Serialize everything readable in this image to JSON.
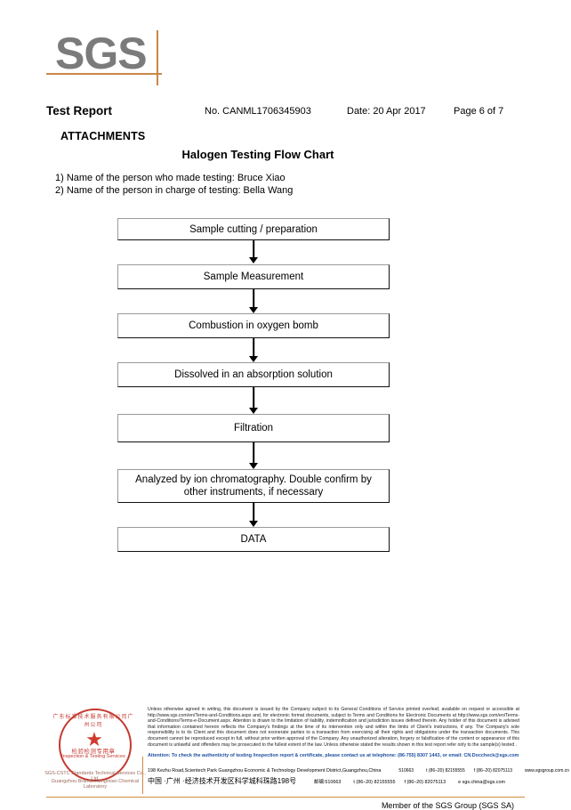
{
  "logo": {
    "text": "SGS",
    "accent_color": "#c8884a",
    "text_color": "#7b7b7b"
  },
  "header": {
    "title": "Test Report",
    "report_no": "No. CANML1706345903",
    "date": "Date: 20 Apr 2017",
    "page": "Page 6 of 7",
    "section": "ATTACHMENTS"
  },
  "flow_title": "Halogen Testing Flow Chart",
  "persons": {
    "line1": "1) Name of the person who made testing: Bruce Xiao",
    "line2": "2) Name of the person in charge of testing: Bella Wang"
  },
  "flowchart": {
    "type": "diagram",
    "steps": [
      "Sample cutting / preparation",
      "Sample Measurement",
      "Combustion in oxygen bomb",
      "Dissolved in an absorption solution",
      "Filtration",
      "Analyzed by ion chromatography. Double confirm by other instruments, if necessary",
      "DATA"
    ]
  },
  "seal": {
    "arc_top": "广东标准技术服务有限公司广州公司",
    "center_cn": "检验检测专用章",
    "center_en": "Inspection & Testing Services",
    "star": "★",
    "foot_line1": "SGS-CSTC Standards Technical Services Co., Ltd.",
    "foot_line2": "Guangzhou Branch Hongmian Chemical Laboratory",
    "color": "#c43a30"
  },
  "legal": {
    "body": "Unless otherwise agreed in writing, this document is issued by the Company subject to its General Conditions of Service printed overleaf, available on request or accessible at http://www.sgs.com/en/Terms-and-Conditions.aspx and, for electronic format documents, subject to Terms and Conditions for Electronic Documents at http://www.sgs.com/en/Terms-and-Conditions/Terms-e-Document.aspx. Attention is drawn to the limitation of liability, indemnification and jurisdiction issues defined therein. Any holder of this document is advised that information contained hereon reflects the Company's findings at the time of its intervention only and within the limits of Client's instructions, if any. The Company's sole responsibility is to its Client and this document does not exonerate parties to a transaction from exercising all their rights and obligations under the transaction documents. This document cannot be reproduced except in full, without prior written approval of the Company. Any unauthorized alteration, forgery or falsification of the content or appearance of this document is unlawful and offenders may be prosecuted to the fullest extent of the law. Unless otherwise stated the results shown in this test report refer only to the sample(s) tested .",
    "attention": "Attention: To check the authenticity of testing /inspection report & certificate, please contact us at telephone: (86-755) 8307 1443, or email: CN.Doccheck@sgs.com",
    "attention_color": "#1d4fa0"
  },
  "address": {
    "en_street": "198 Kezhu Road,Scientech Park Guangzhou Economic & Technology Development District,Guangzhou,China",
    "en_postcode": "510663",
    "en_tel": "t (86–20) 82155555",
    "en_fax": "f (86–20) 82075113",
    "en_web": "www.sgsgroup.com.cn",
    "cn_street": "中国 ·广州 ·经济技术开发区科学城科珠路198号",
    "cn_postcode_label": "邮编:",
    "cn_postcode": "510663",
    "cn_tel": "t (86–20) 82155555",
    "cn_fax": "f (86–20) 82075113",
    "cn_email": "e sgs.china@sgs.com"
  },
  "member_line": "Member of the SGS Group (SGS SA)"
}
